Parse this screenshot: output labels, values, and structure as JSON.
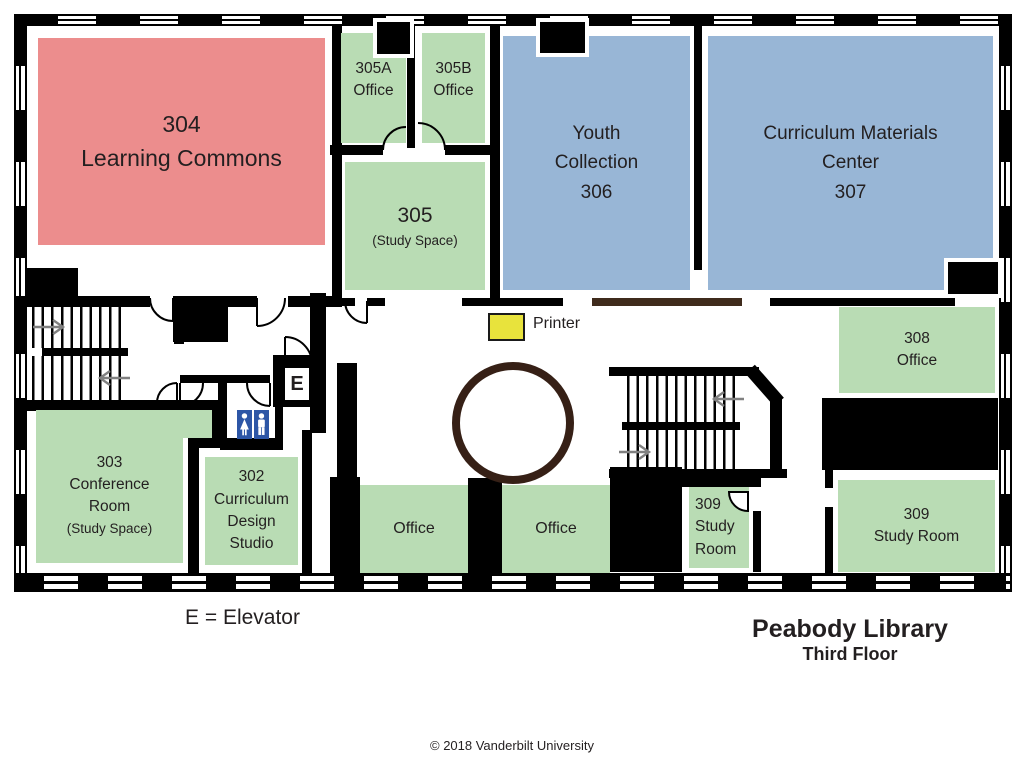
{
  "title": {
    "library": "Peabody Library",
    "floor": "Third Floor"
  },
  "legend": {
    "elevator_note": "E = Elevator",
    "elevator_symbol": "E",
    "printer_label": "Printer"
  },
  "copyright": "© 2018 Vanderbilt University",
  "colors": {
    "room_red": "#ec8d8d",
    "room_green": "#b9dcb4",
    "room_blue": "#98b6d6",
    "printer_yellow": "#e8e33c",
    "restroom_blue": "#2d56a6",
    "stair_circle_brown": "#362016",
    "wall_brown": "#3f2b1c",
    "wall_black": "#000000"
  },
  "icons": {
    "restroom_female": "restroom-female-icon",
    "restroom_male": "restroom-male-icon",
    "printer": "printer-square"
  },
  "rooms": {
    "r304": {
      "number": "304",
      "name": "Learning Commons"
    },
    "r305a": {
      "number": "305A",
      "name": "Office"
    },
    "r305b": {
      "number": "305B",
      "name": "Office"
    },
    "r305": {
      "number": "305",
      "sub": "(Study Space)"
    },
    "r306": {
      "name": "Youth Collection",
      "number": "306"
    },
    "r307": {
      "name": "Curriculum Materials Center",
      "number": "307"
    },
    "r308": {
      "number": "308",
      "name": "Office"
    },
    "r303": {
      "number": "303",
      "name": "Conference Room",
      "sub": "(Study Space)"
    },
    "r302": {
      "number": "302",
      "name": "Curriculum Design Studio"
    },
    "office_left": {
      "name": "Office"
    },
    "office_right": {
      "name": "Office"
    },
    "r309_small": {
      "number": "309",
      "name": "Study Room"
    },
    "r309_large": {
      "number": "309",
      "name": "Study Room"
    }
  }
}
